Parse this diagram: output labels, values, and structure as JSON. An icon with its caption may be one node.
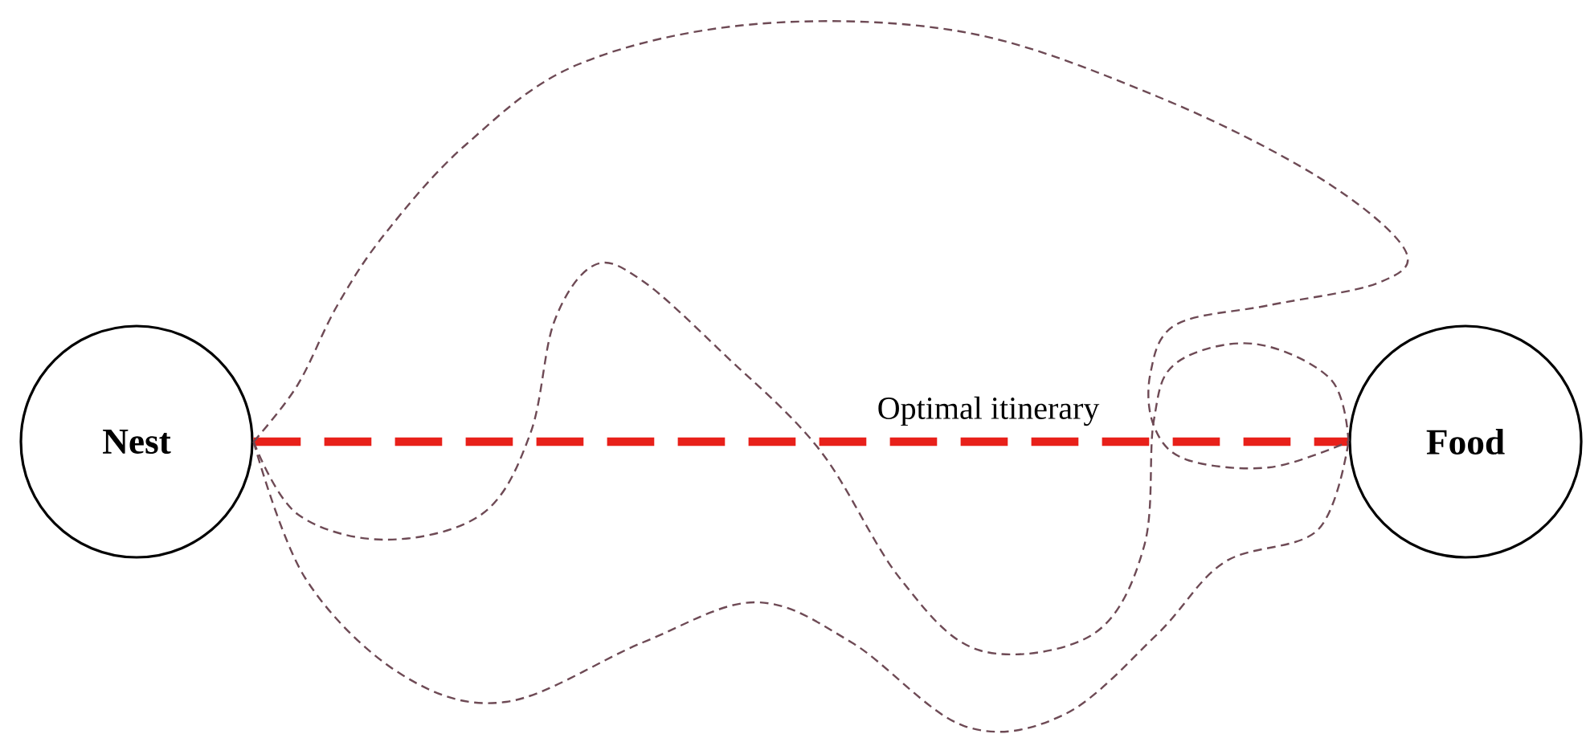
{
  "diagram": {
    "nodes": [
      {
        "text": [
          "Nest"
        ]
      },
      {
        "text": [
          "Food"
        ]
      }
    ],
    "edges": [
      {
        "from": 0,
        "to": 1,
        "arrow": "none",
        "label": "Optimal itinerary",
        "style": "dashed",
        "color": "#e8201a"
      },
      {
        "from": 0,
        "to": 1,
        "arrow": "none",
        "style": "dashed"
      },
      {
        "from": 0,
        "to": 1,
        "arrow": "none",
        "style": "dashed"
      },
      {
        "from": 0,
        "to": 1,
        "arrow": "none",
        "style": "dashed"
      }
    ]
  }
}
